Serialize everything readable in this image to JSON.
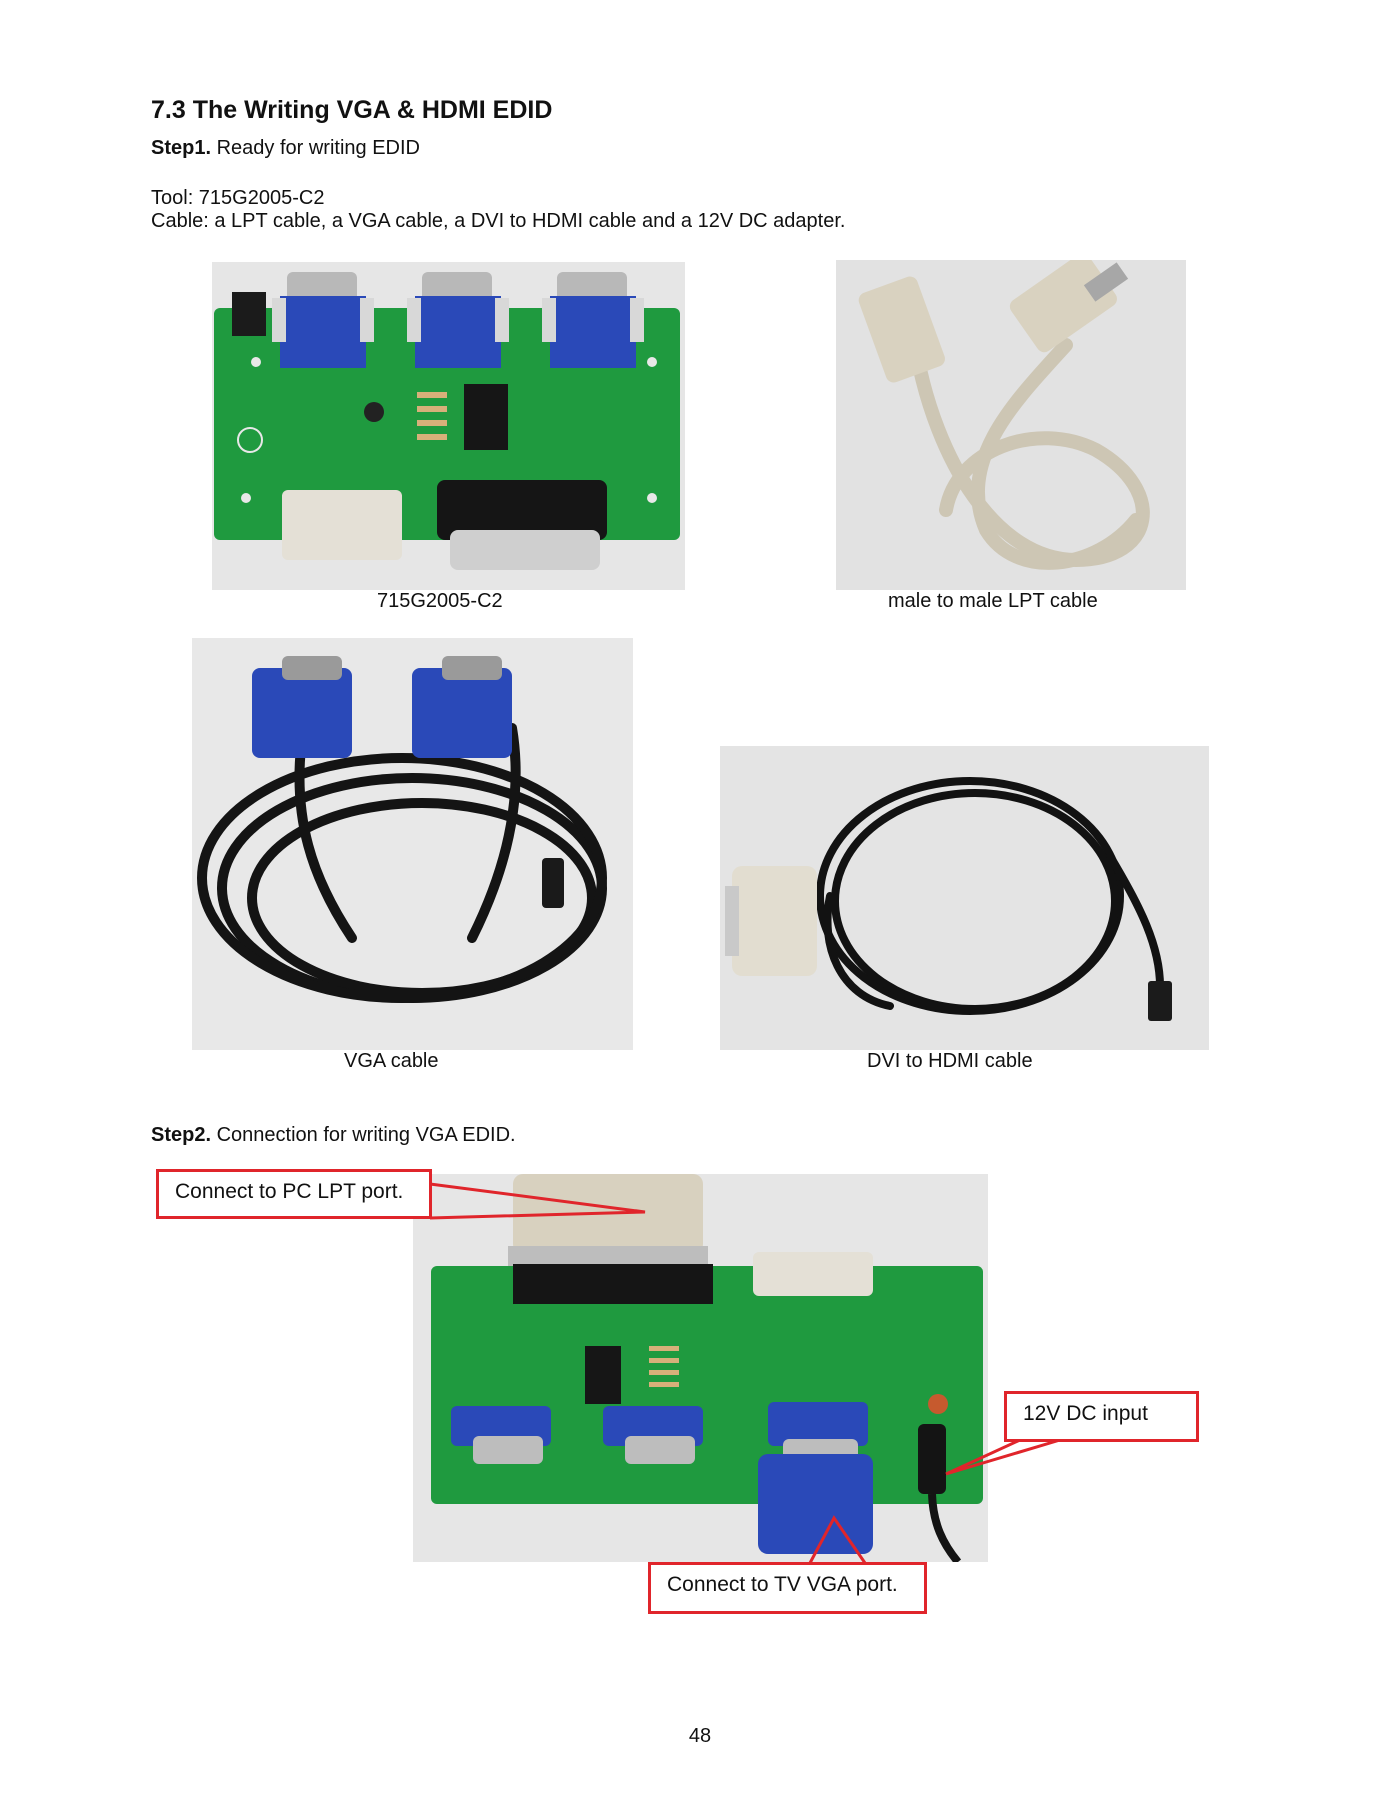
{
  "heading": "7.3 The Writing VGA & HDMI EDID",
  "step1": {
    "label": "Step1.",
    "text": " Ready for writing EDID"
  },
  "tool_line": "Tool: 715G2005-C2",
  "cable_line": "Cable: a LPT cable, a VGA cable, a DVI to HDMI cable and a 12V DC adapter.",
  "captions": {
    "board": "715G2005-C2",
    "lpt": "male to male LPT cable",
    "vga": "VGA cable",
    "dvi_hdmi": "DVI to HDMI cable"
  },
  "step2": {
    "label": "Step2.",
    "text": " Connection for writing VGA EDID."
  },
  "callouts": {
    "pc_lpt": "Connect to PC LPT port.",
    "dc_input": "12V DC input",
    "tv_vga": "Connect to TV VGA port."
  },
  "page_number": "48",
  "colors": {
    "callout_border": "#e0252b",
    "pcb_green": "#1f9a3f",
    "vga_blue": "#2a49b8"
  }
}
